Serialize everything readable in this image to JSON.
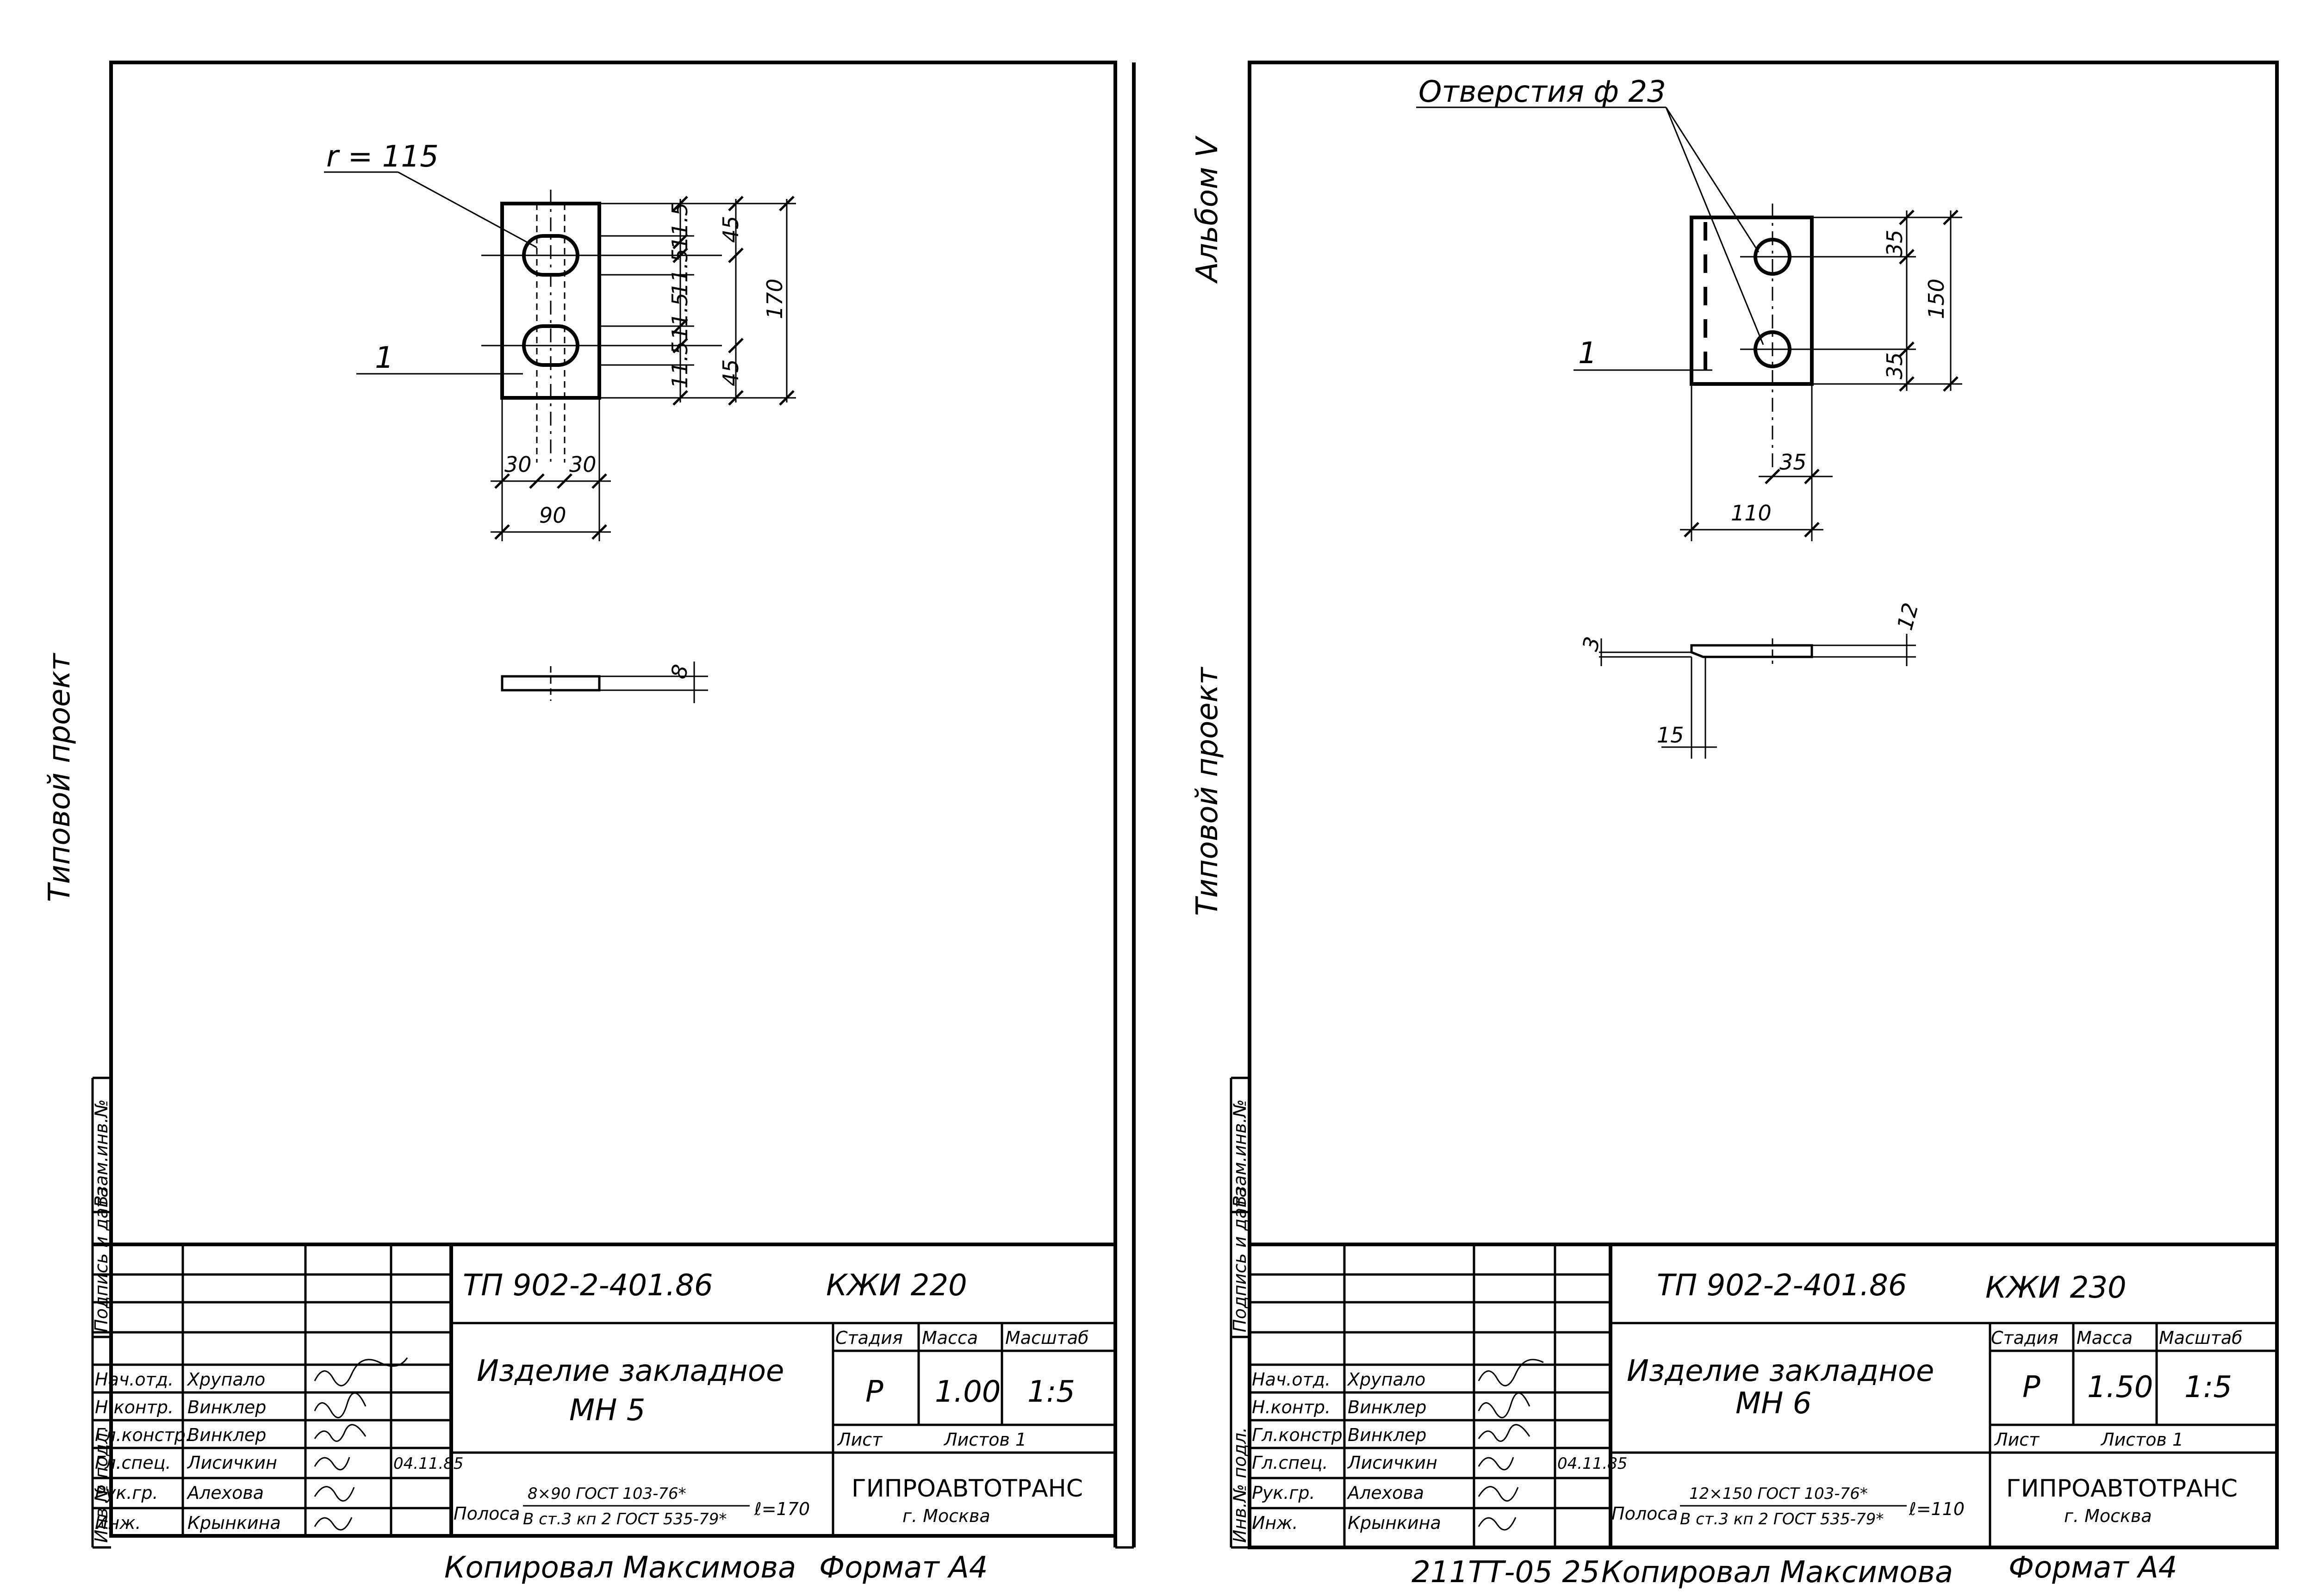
{
  "sheets": [
    {
      "side_label": "Типовой проект",
      "album_label": "",
      "margin_stamp": [
        "Инв № подл.",
        "Подпись и дата",
        "Взам.инв.№"
      ],
      "drawing": {
        "radius_label": "r = 115",
        "part_label": "1",
        "dims_vertical": [
          "45",
          "11.5",
          "11.5",
          "11.5",
          "11.5",
          "45",
          "170"
        ],
        "dims_horizontal": [
          "30",
          "30",
          "90"
        ],
        "thickness": "8"
      },
      "title_block": {
        "project_code": "ТП 902-2-401.86",
        "sheet_code": "КЖИ 220",
        "title_line1": "Изделие закладное",
        "title_line2": "МН 5",
        "hdr_stage": "Стадия",
        "hdr_mass": "Масса",
        "hdr_scale": "Масштаб",
        "stage": "Р",
        "mass": "1.00",
        "scale": "1:5",
        "sheet_label": "Лист",
        "sheets_label": "Листов 1",
        "material_prefix": "Полоса",
        "material_top": "8×90 ГОСТ 103-76*",
        "material_bottom": "В ст.3 кп 2 ГОСТ 535-79*",
        "length": "ℓ=170",
        "org": "ГИПРОАВТОТРАНС",
        "city": "г. Москва",
        "roles": [
          "Нач.отд.",
          "Н.контр.",
          "Гл.констр.",
          "Гл.спец.",
          "Рук.гр.",
          "Инж."
        ],
        "names": [
          "Хрупало",
          "Винклер",
          "Винклер",
          "Лисичкин",
          "Алехова",
          "Крынкина"
        ],
        "date": "04.11.85"
      },
      "footer_copy": "Копировал Максимова",
      "footer_format": "Формат А4"
    },
    {
      "side_label": "Типовой проект",
      "album_label": "Альбом V",
      "margin_stamp": [
        "Инв.№ подл.",
        "Подпись и дата",
        "Взам.инв.№"
      ],
      "drawing": {
        "holes_label": "Отверстия ф 23",
        "part_label": "1",
        "dims_vertical": [
          "35",
          "35",
          "150"
        ],
        "dims_horizontal": [
          "35",
          "110"
        ],
        "thickness": "12",
        "bevel": "3",
        "bevel_len": "15"
      },
      "title_block": {
        "project_code": "ТП 902-2-401.86",
        "sheet_code": "КЖИ 230",
        "title_line1": "Изделие закладное",
        "title_line2": "МН 6",
        "hdr_stage": "Стадия",
        "hdr_mass": "Масса",
        "hdr_scale": "Масштаб",
        "stage": "Р",
        "mass": "1.50",
        "scale": "1:5",
        "sheet_label": "Лист",
        "sheets_label": "Листов 1",
        "material_prefix": "Полоса",
        "material_top": "12×150 ГОСТ 103-76*",
        "material_bottom": "В ст.3 кп 2 ГОСТ 535-79*",
        "length": "ℓ=110",
        "org": "ГИПРОАВТОТРАНС",
        "city": "г. Москва",
        "roles": [
          "Нач.отд.",
          "Н.контр.",
          "Гл.констр.",
          "Гл.спец.",
          "Рук.гр.",
          "Инж."
        ],
        "names": [
          "Хрупало",
          "Винклер",
          "Винклер",
          "Лисичкин",
          "Алехова",
          "Крынкина"
        ],
        "date": "04.11.85"
      },
      "footer_number": "211ТТ-05 25",
      "footer_copy": "Копировал Максимова",
      "footer_format": "Формат А4"
    }
  ]
}
